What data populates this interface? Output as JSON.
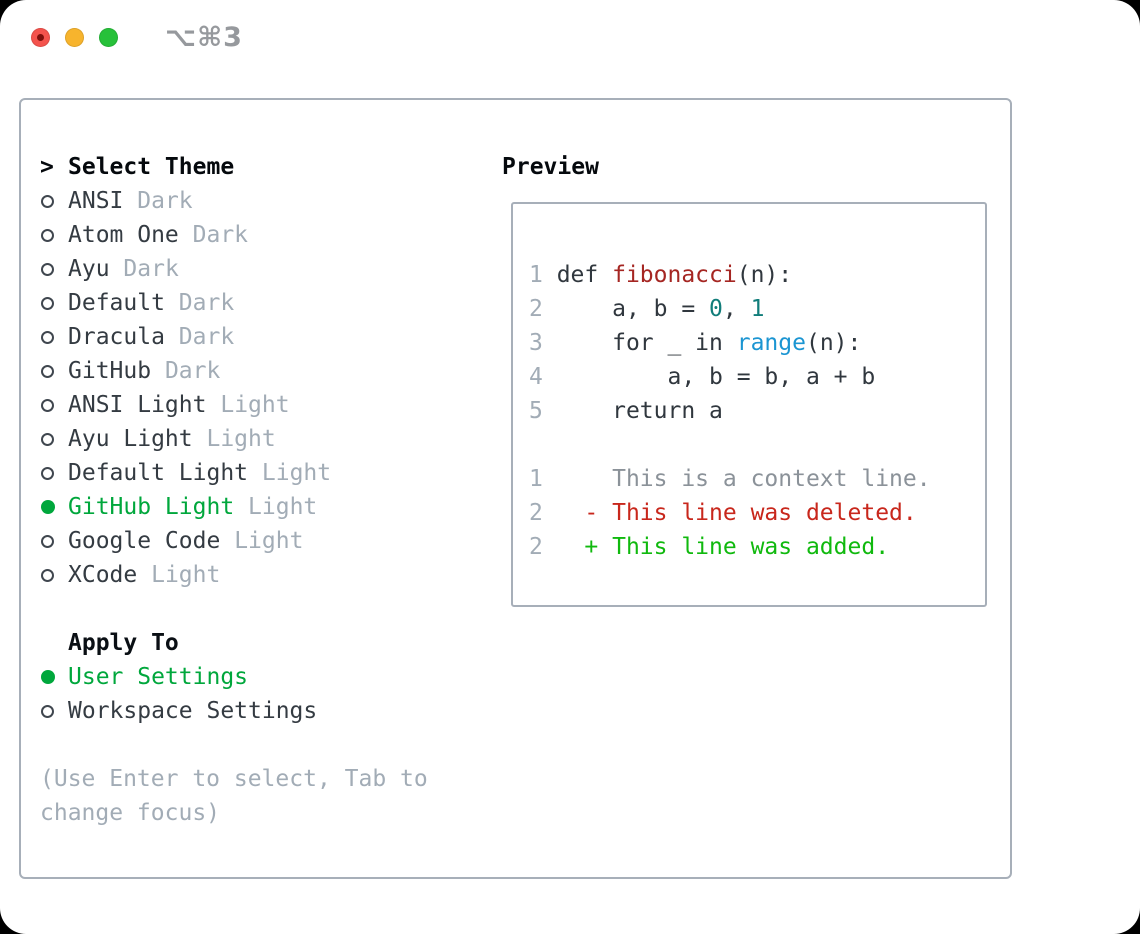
{
  "window": {
    "title": "⌥⌘3",
    "traffic_lights": [
      "close",
      "minimize",
      "zoom"
    ]
  },
  "colors": {
    "selection_green": "#00a73c",
    "added_green": "#10b90e",
    "deleted_red": "#c8271c",
    "function_red": "#a52622",
    "number_teal": "#117d7a",
    "builtin_blue": "#1b95d2",
    "muted_gray": "#a2acb6",
    "context_gray": "#8b9299",
    "text_dark": "#343b42",
    "panel_border": "#a7afb9"
  },
  "left": {
    "cursor": ">",
    "header": "Select Theme",
    "themes": [
      {
        "name": "ANSI",
        "tag": "Dark",
        "selected": false
      },
      {
        "name": "Atom One",
        "tag": "Dark",
        "selected": false
      },
      {
        "name": "Ayu",
        "tag": "Dark",
        "selected": false
      },
      {
        "name": "Default",
        "tag": "Dark",
        "selected": false
      },
      {
        "name": "Dracula",
        "tag": "Dark",
        "selected": false
      },
      {
        "name": "GitHub",
        "tag": "Dark",
        "selected": false
      },
      {
        "name": "ANSI Light",
        "tag": "Light",
        "selected": false
      },
      {
        "name": "Ayu Light",
        "tag": "Light",
        "selected": false
      },
      {
        "name": "Default Light",
        "tag": "Light",
        "selected": false
      },
      {
        "name": "GitHub Light",
        "tag": "Light",
        "selected": true
      },
      {
        "name": "Google Code",
        "tag": "Light",
        "selected": false
      },
      {
        "name": "XCode",
        "tag": "Light",
        "selected": false
      }
    ],
    "apply_to": {
      "label": "Apply To",
      "options": [
        {
          "name": "User Settings",
          "selected": true
        },
        {
          "name": "Workspace Settings",
          "selected": false
        }
      ]
    },
    "help_lines": [
      "(Use Enter to select, Tab to",
      "change focus)"
    ]
  },
  "preview": {
    "header": "Preview",
    "lines": [
      {
        "kind": "blank",
        "segments": []
      },
      {
        "kind": "code",
        "segments": [
          {
            "t": "1 ",
            "c": "ln"
          },
          {
            "t": "def ",
            "c": "fg"
          },
          {
            "t": "fibonacci",
            "c": "red"
          },
          {
            "t": "(n):",
            "c": "fg"
          }
        ]
      },
      {
        "kind": "code",
        "segments": [
          {
            "t": "2 ",
            "c": "ln"
          },
          {
            "t": "    a, b = ",
            "c": "fg"
          },
          {
            "t": "0",
            "c": "teal"
          },
          {
            "t": ", ",
            "c": "fg"
          },
          {
            "t": "1",
            "c": "teal"
          }
        ]
      },
      {
        "kind": "code",
        "segments": [
          {
            "t": "3 ",
            "c": "ln"
          },
          {
            "t": "    for _ in ",
            "c": "fg"
          },
          {
            "t": "range",
            "c": "blue"
          },
          {
            "t": "(n):",
            "c": "fg"
          }
        ]
      },
      {
        "kind": "code",
        "segments": [
          {
            "t": "4 ",
            "c": "ln"
          },
          {
            "t": "        a, b = b, a + b",
            "c": "fg"
          }
        ]
      },
      {
        "kind": "code",
        "segments": [
          {
            "t": "5 ",
            "c": "ln"
          },
          {
            "t": "    return a",
            "c": "fg"
          }
        ]
      },
      {
        "kind": "blank",
        "segments": []
      },
      {
        "kind": "diff-context",
        "segments": [
          {
            "t": "1 ",
            "c": "ln"
          },
          {
            "t": "    This is a context line.",
            "c": "ctx"
          }
        ]
      },
      {
        "kind": "diff-deleted",
        "segments": [
          {
            "t": "2 ",
            "c": "ln"
          },
          {
            "t": "  - This line was deleted.",
            "c": "del"
          }
        ]
      },
      {
        "kind": "diff-added",
        "segments": [
          {
            "t": "2 ",
            "c": "ln"
          },
          {
            "t": "  + This line was added.",
            "c": "add"
          }
        ]
      }
    ]
  }
}
